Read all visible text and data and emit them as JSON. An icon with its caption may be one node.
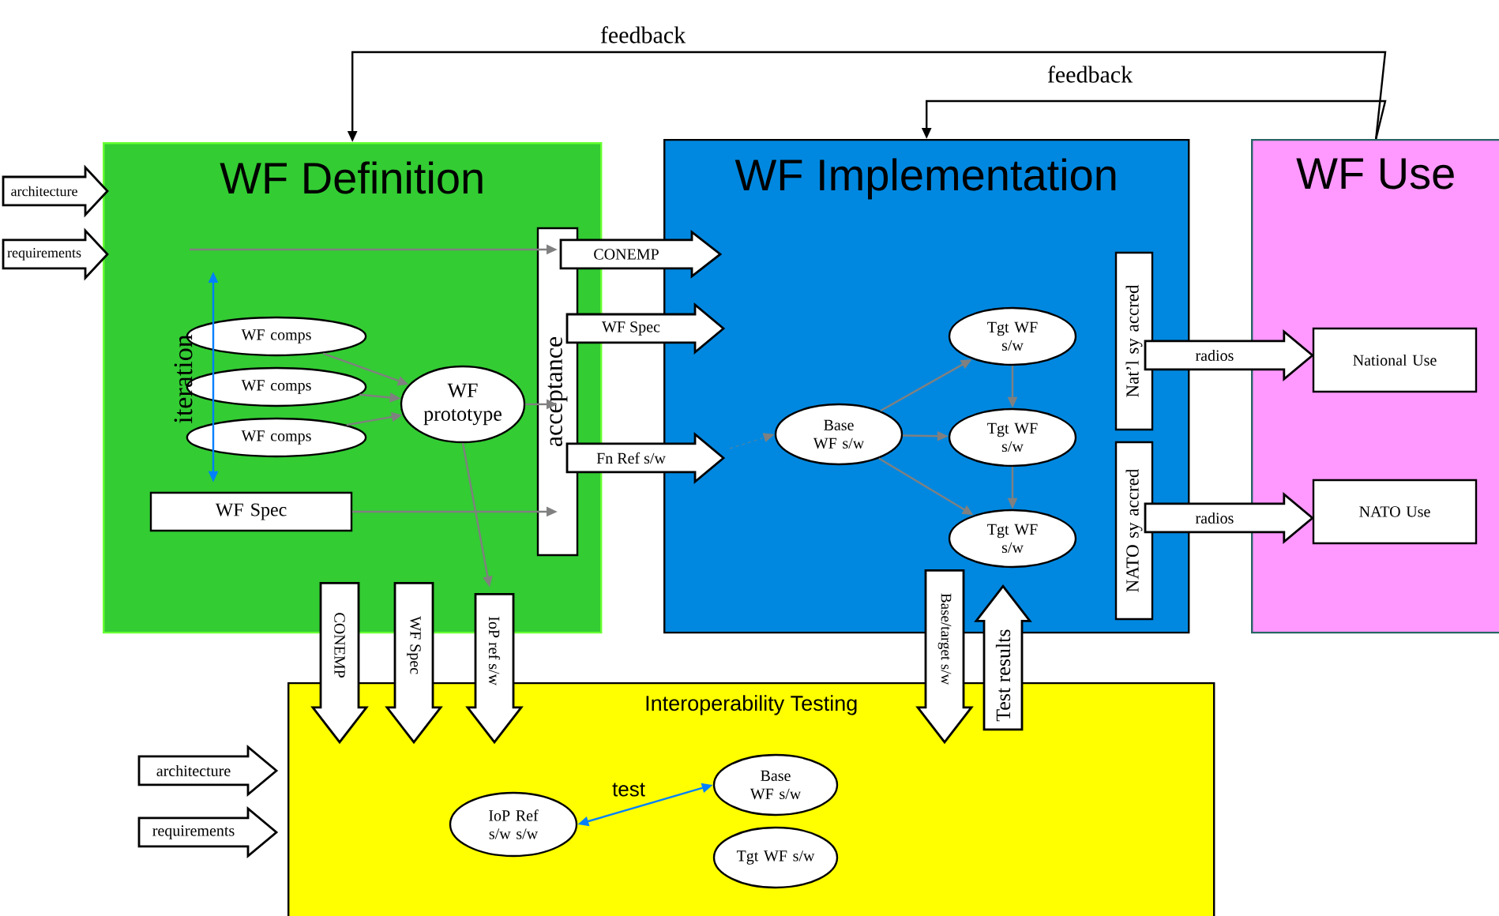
{
  "diagram": {
    "nodes": [
      {
        "text": [
          "WF Definition"
        ]
      },
      {
        "text": [
          "WF Implementation"
        ]
      },
      {
        "text": [
          "WF Use"
        ]
      },
      {
        "text": [
          "Interoperability Testing"
        ]
      },
      {
        "text": [
          "WF comps"
        ],
        "in": 0
      },
      {
        "text": [
          "WF comps"
        ],
        "in": 0
      },
      {
        "text": [
          "WF comps"
        ],
        "in": 0
      },
      {
        "text": [
          "WF prototype"
        ],
        "in": 0
      },
      {
        "text": [
          "WF Spec"
        ],
        "in": 0
      },
      {
        "text": [
          "acceptance"
        ],
        "in": 0
      },
      {
        "text": [
          "Base WF s/w"
        ],
        "in": 1
      },
      {
        "text": [
          "Tgt WF s/w"
        ],
        "in": 1
      },
      {
        "text": [
          "Tgt WF s/w"
        ],
        "in": 1
      },
      {
        "text": [
          "Tgt WF s/w"
        ],
        "in": 1
      },
      {
        "text": [
          "Nat’l sy accred"
        ],
        "in": 1
      },
      {
        "text": [
          "NATO sy accred"
        ],
        "in": 1
      },
      {
        "text": [
          "National Use"
        ],
        "in": 2
      },
      {
        "text": [
          "NATO Use"
        ],
        "in": 2
      },
      {
        "text": [
          "IoP Ref s/w s/w"
        ],
        "in": 3
      },
      {
        "text": [
          "Base WF s/w"
        ],
        "in": 3
      },
      {
        "text": [
          "Tgt WF s/w"
        ],
        "in": 3
      }
    ],
    "edges": [
      {
        "from": 2,
        "to": 0,
        "arrow": "to",
        "label": "feedback",
        "color": "#000000"
      },
      {
        "from": 2,
        "to": 1,
        "arrow": "to",
        "label": "feedback",
        "color": "#000000"
      },
      {
        "from": null,
        "to": 0,
        "arrow": "to",
        "label": "architecture",
        "style": "thick",
        "color": "#000000"
      },
      {
        "from": null,
        "to": 0,
        "arrow": "to",
        "label": "requirements",
        "style": "thick",
        "color": "#000000"
      },
      {
        "from": null,
        "to": 9,
        "arrow": "to"
      },
      {
        "from": null,
        "to": 8,
        "arrow": "both",
        "label": "iteration",
        "color": "#0080ff"
      },
      {
        "from": 4,
        "to": 7,
        "arrow": "to"
      },
      {
        "from": 5,
        "to": 7,
        "arrow": "to"
      },
      {
        "from": 6,
        "to": 7,
        "arrow": "to"
      },
      {
        "from": 7,
        "to": 9,
        "arrow": "to"
      },
      {
        "from": 8,
        "to": 9,
        "arrow": "to"
      },
      {
        "from": 9,
        "to": 1,
        "arrow": "to",
        "label": "CONEMP",
        "style": "thick",
        "color": "#000000"
      },
      {
        "from": 9,
        "to": 1,
        "arrow": "to",
        "label": "WF Spec",
        "style": "thick",
        "color": "#000000"
      },
      {
        "from": 9,
        "to": 1,
        "arrow": "to",
        "label": "Fn Ref s/w",
        "style": "thick",
        "color": "#000000"
      },
      {
        "from": null,
        "to": 10,
        "arrow": "to",
        "style": "dashed"
      },
      {
        "from": 10,
        "to": 11,
        "arrow": "to"
      },
      {
        "from": 10,
        "to": 12,
        "arrow": "to"
      },
      {
        "from": 10,
        "to": 13,
        "arrow": "to"
      },
      {
        "from": 11,
        "to": 12,
        "arrow": "to"
      },
      {
        "from": 12,
        "to": 13,
        "arrow": "to"
      },
      {
        "from": 14,
        "to": 16,
        "arrow": "to",
        "label": "radios",
        "style": "thick",
        "color": "#000000"
      },
      {
        "from": 15,
        "to": 17,
        "arrow": "to",
        "label": "radios",
        "style": "thick",
        "color": "#000000"
      },
      {
        "from": 7,
        "to": null,
        "arrow": "to"
      },
      {
        "from": 0,
        "to": 3,
        "arrow": "to",
        "label": "CONEMP",
        "style": "thick",
        "color": "#000000"
      },
      {
        "from": 0,
        "to": 3,
        "arrow": "to",
        "label": "WF Spec",
        "style": "thick",
        "color": "#000000"
      },
      {
        "from": 0,
        "to": 3,
        "arrow": "to",
        "label": "IoP ref s/w",
        "style": "thick",
        "color": "#000000"
      },
      {
        "from": 1,
        "to": 3,
        "arrow": "to",
        "label": "Base/target s/w",
        "style": "thick",
        "color": "#000000"
      },
      {
        "from": 3,
        "to": 1,
        "arrow": "to",
        "label": "Test results",
        "style": "thick",
        "color": "#000000"
      },
      {
        "from": null,
        "to": 3,
        "arrow": "to",
        "label": "architecture",
        "style": "thick",
        "color": "#000000"
      },
      {
        "from": null,
        "to": 3,
        "arrow": "to",
        "label": "requirements",
        "style": "thick",
        "color": "#000000"
      },
      {
        "from": 18,
        "to": 19,
        "arrow": "both",
        "label": "test",
        "color": "#0080ff"
      }
    ]
  }
}
